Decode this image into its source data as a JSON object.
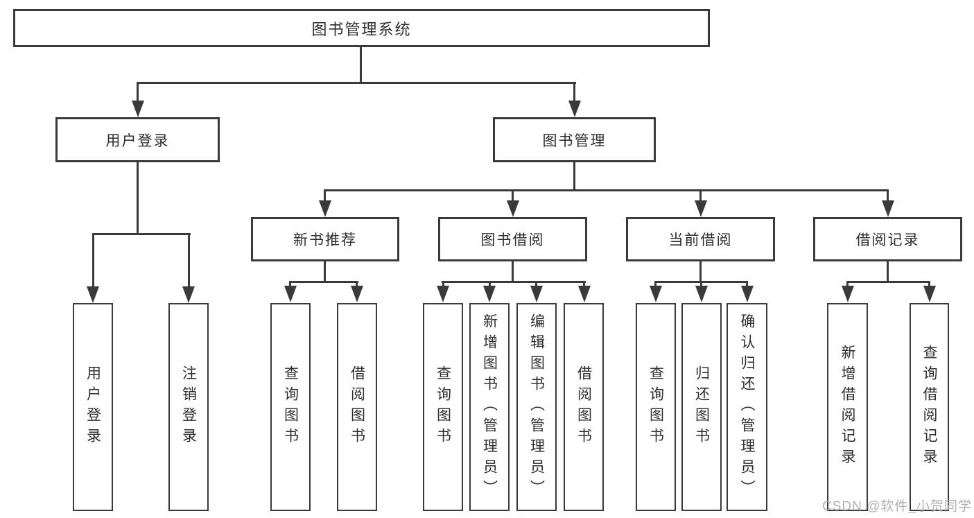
{
  "tree": {
    "root_label": "图书管理系统",
    "user": {
      "label": "用户登录",
      "children": [
        "用户登录",
        "注销登录"
      ]
    },
    "mgmt": {
      "label": "图书管理",
      "sections": [
        {
          "label": "新书推荐",
          "children": [
            "查询图书",
            "借阅图书"
          ]
        },
        {
          "label": "图书借阅",
          "children": [
            "查询图书",
            "新增图书（管理员）",
            "编辑图书（管理员）",
            "借阅图书"
          ]
        },
        {
          "label": "当前借阅",
          "children": [
            "查询图书",
            "归还图书",
            "确认归还（管理员）"
          ]
        },
        {
          "label": "借阅记录",
          "children": [
            "新增借阅记录",
            "查询借阅记录"
          ]
        }
      ]
    }
  },
  "watermark": "CSDN @软件_小贺同学",
  "colors": {
    "line": "#3a3a3a",
    "text": "#2d2d2d",
    "watermark": "#b0b0b0",
    "background": "#ffffff"
  }
}
